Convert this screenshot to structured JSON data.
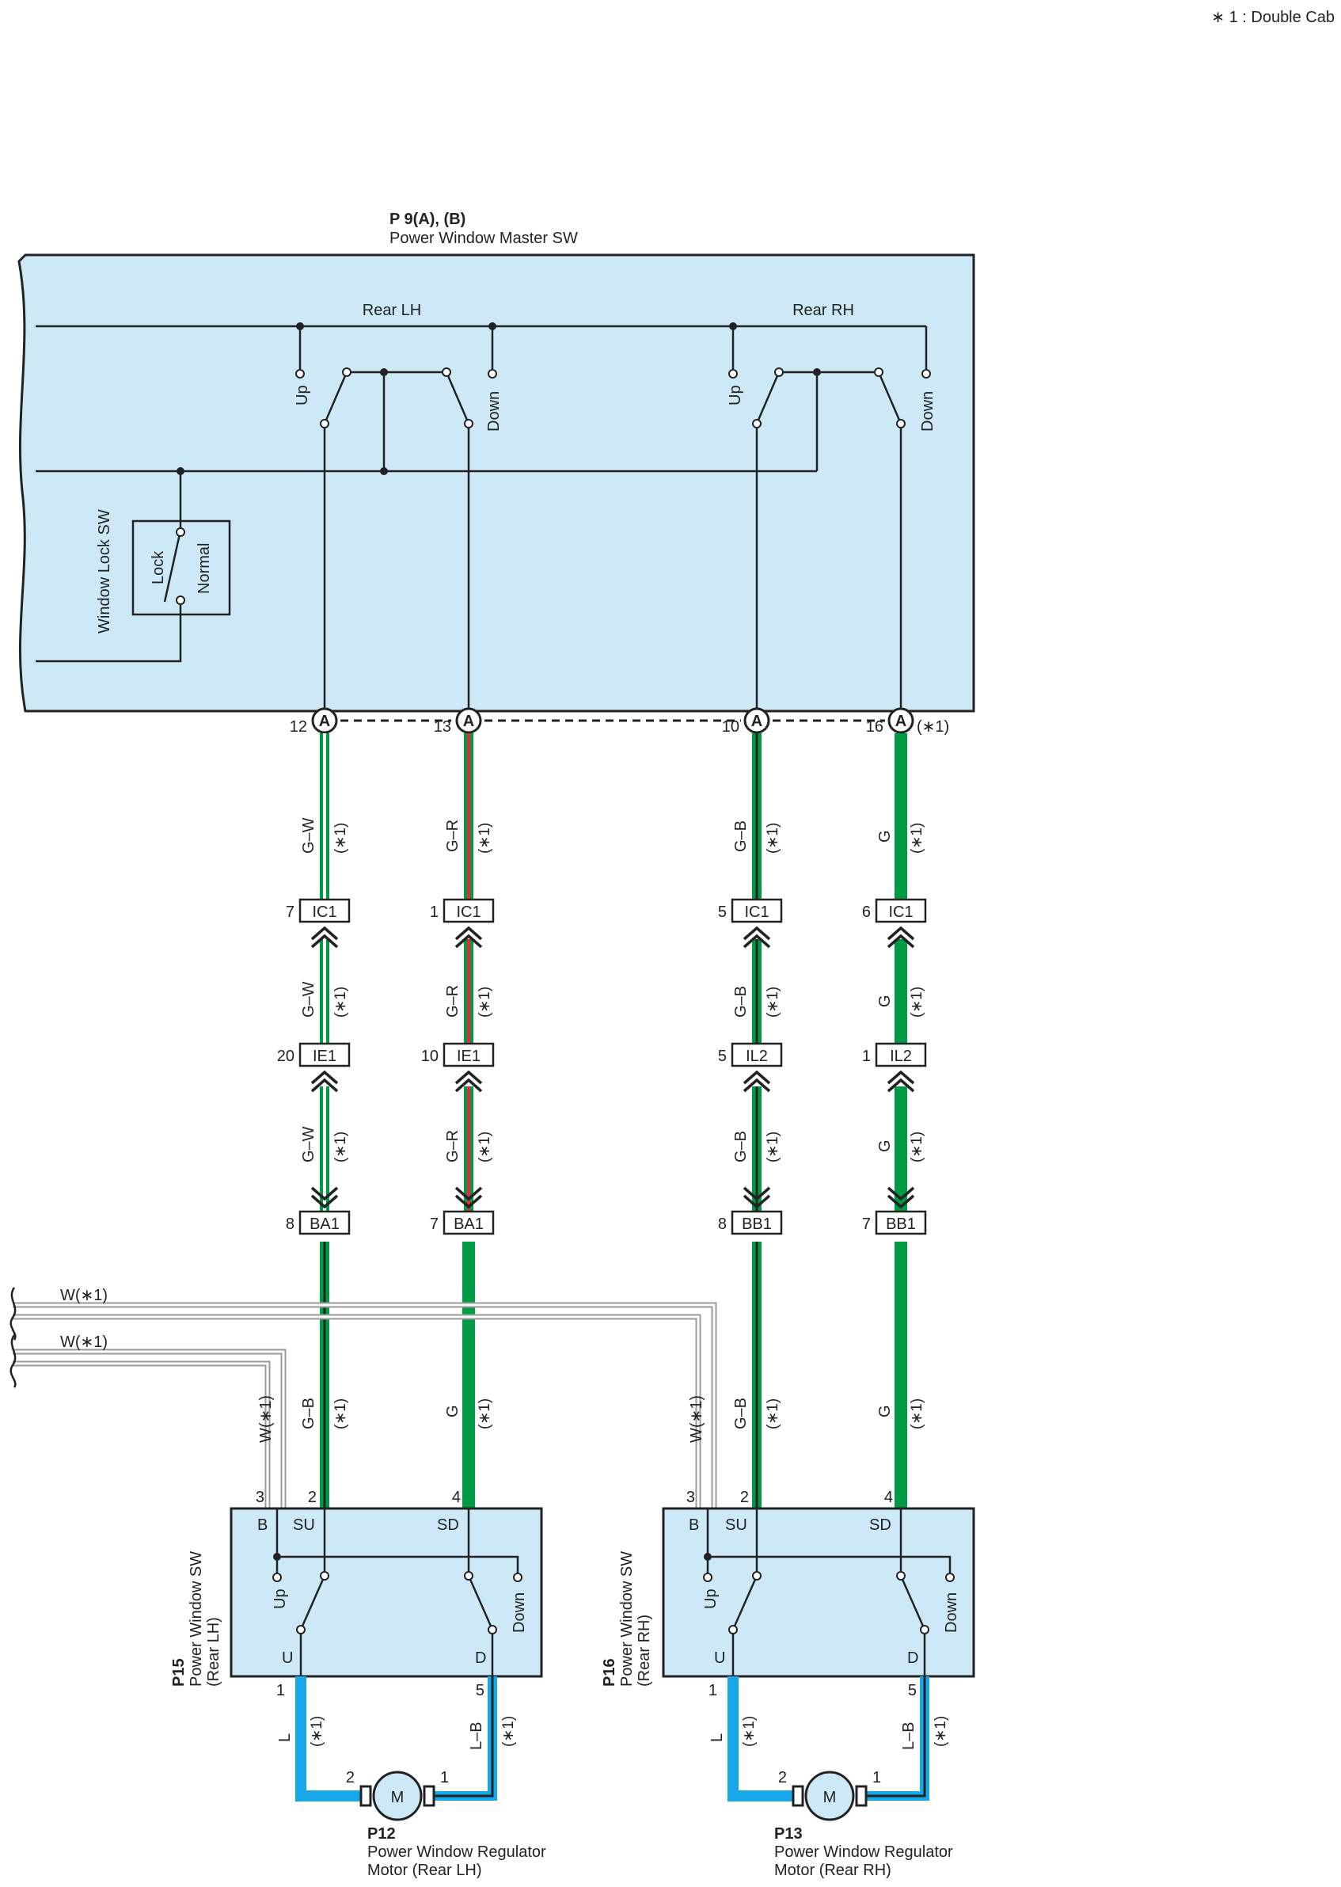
{
  "colors": {
    "box_fill": "#cde9f8",
    "green": "#009a44",
    "red": "#e5283a",
    "blue": "#18a8e8",
    "gray": "#9a9a9a",
    "line": "#222222"
  },
  "note": "∗ 1 : Double Cab",
  "master": {
    "code": "P 9(A), (B)",
    "name": "Power Window Master SW",
    "rear_lh": "Rear LH",
    "rear_rh": "Rear RH",
    "up": "Up",
    "down": "Down",
    "window_lock_sw": "Window Lock SW",
    "lock": "Lock",
    "normal": "Normal",
    "star1": "(∗1)"
  },
  "connector_letter": "A",
  "pins": {
    "p12": "12",
    "p13": "13",
    "p10": "10",
    "p16": "16"
  },
  "wire_labels": {
    "gw": "G–W",
    "gr": "G–R",
    "gb": "G–B",
    "g": "G",
    "star": "(∗1)",
    "w": "W(∗1)",
    "l": "L",
    "lb": "L–B"
  },
  "connectors": {
    "ic1": "IC1",
    "ie1": "IE1",
    "il2": "IL2",
    "ba1": "BA1",
    "bb1": "BB1",
    "n7": "7",
    "n1": "1",
    "n5": "5",
    "n6": "6",
    "n20": "20",
    "n10": "10",
    "n8": "8"
  },
  "switches": {
    "p15_code": "P15",
    "p15_name": "Power Window SW",
    "p15_sub": "(Rear LH)",
    "p16_code": "P16",
    "p16_name": "Power Window SW",
    "p16_sub": "(Rear RH)",
    "b": "B",
    "su": "SU",
    "sd": "SD",
    "u": "U",
    "d": "D",
    "up": "Up",
    "down": "Down",
    "pin3": "3",
    "pin2": "2",
    "pin4": "4",
    "pin1": "1",
    "pin5": "5"
  },
  "motors": {
    "m": "M",
    "p12_code": "P12",
    "p12_name": "Power Window Regulator",
    "p12_sub": "Motor (Rear LH)",
    "p13_code": "P13",
    "p13_name": "Power Window Regulator",
    "p13_sub": "Motor (Rear RH)",
    "pin2": "2",
    "pin1": "1"
  }
}
